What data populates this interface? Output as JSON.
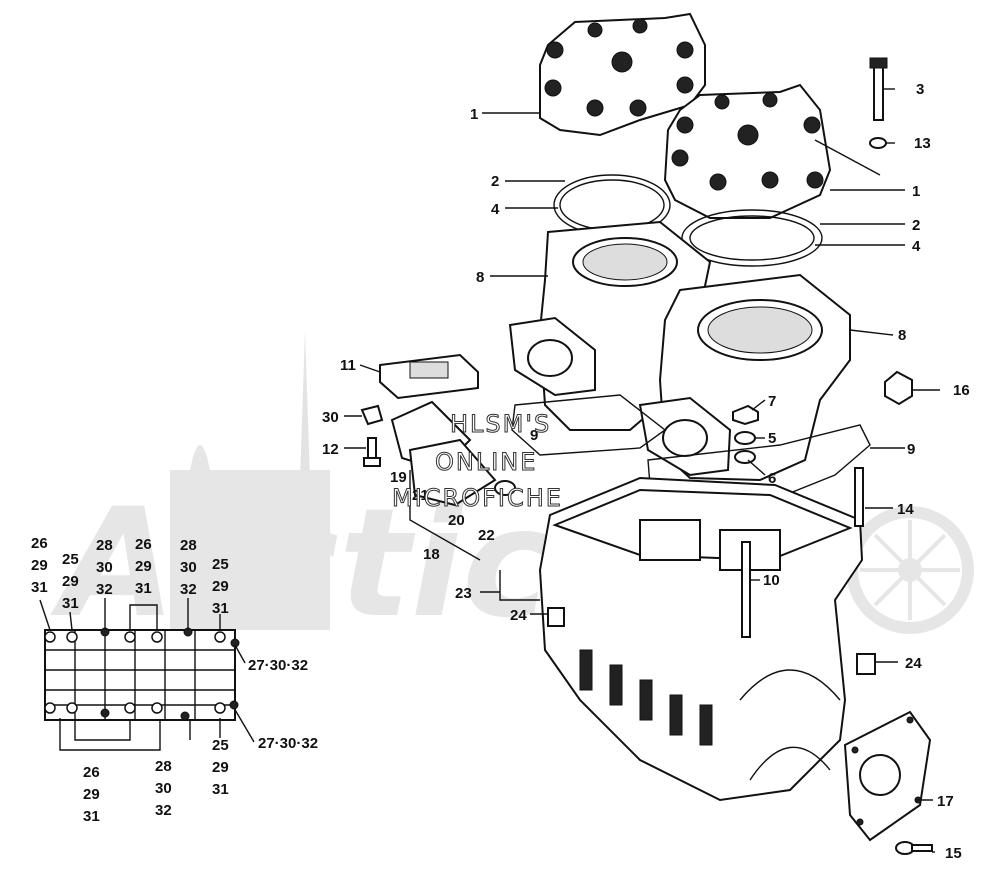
{
  "watermark": {
    "line1": "HLSM'S",
    "line2": "ONLINE",
    "line3": "MICROFICHE",
    "logo_text": "Arctic"
  },
  "callouts": {
    "c1a": "1",
    "c1b": "1",
    "c2a": "2",
    "c2b": "2",
    "c3": "3",
    "c4a": "4",
    "c4b": "4",
    "c5": "5",
    "c6": "6",
    "c7": "7",
    "c8a": "8",
    "c8b": "8",
    "c9a": "9",
    "c9b": "9",
    "c10": "10",
    "c11": "11",
    "c12": "12",
    "c13": "13",
    "c14": "14",
    "c15": "15",
    "c16": "16",
    "c17": "17",
    "c18": "18",
    "c19": "19",
    "c20": "20",
    "c21": "21",
    "c22": "22",
    "c23": "23",
    "c24a": "24",
    "c24b": "24",
    "c30": "30",
    "c27a": "27·30·32",
    "c27b": "27·30·32"
  },
  "inset_top": {
    "g1": [
      "26",
      "29",
      "31"
    ],
    "g2": [
      "25",
      "29",
      "31"
    ],
    "g3": [
      "28",
      "30",
      "32"
    ],
    "g4": [
      "26",
      "29",
      "31"
    ],
    "g5": [
      "28",
      "30",
      "32"
    ],
    "g6": [
      "25",
      "29",
      "31"
    ]
  },
  "inset_bottom": {
    "g1": [
      "26",
      "29",
      "31"
    ],
    "g2": [
      "28",
      "30",
      "32"
    ],
    "g3": [
      "25",
      "29",
      "31"
    ]
  }
}
